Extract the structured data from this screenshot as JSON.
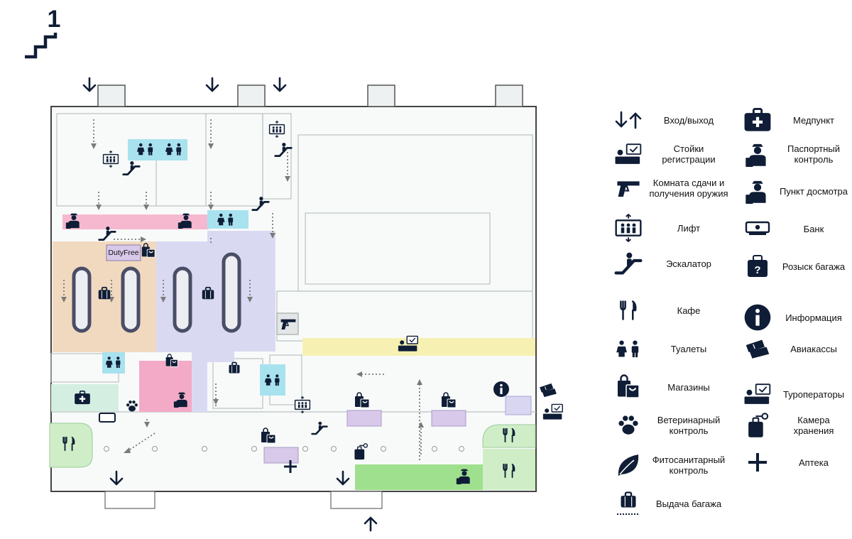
{
  "floor": {
    "number": "1"
  },
  "map_labels": {
    "duty_free": "DutyFree"
  },
  "colors": {
    "baggage_hall_1": "#f1d9bf",
    "baggage_hall_2": "#d9daf2",
    "passport_strip": "#f5b8cf",
    "security_block": "#f3aac6",
    "restroom": "#a8e2ef",
    "checkin_strip": "#f6f1b3",
    "cafe": "#cfeec7",
    "medical": "#d4efe2",
    "green_strip": "#9fe08e",
    "shop_pad": "#d8c8ea",
    "icon": "#0f1d36"
  },
  "legend": {
    "left": [
      {
        "icon": "entry-exit-icon",
        "label": "Вход/выход"
      },
      {
        "icon": "checkin-desk-icon",
        "label": "Стойки регистрации"
      },
      {
        "icon": "weapon-room-icon",
        "label": "Комната сдачи и получения оружия"
      },
      {
        "icon": "elevator-icon",
        "label": "Лифт"
      },
      {
        "icon": "escalator-icon",
        "label": "Эскалатор"
      },
      {
        "icon": "cafe-icon",
        "label": "Кафе"
      },
      {
        "icon": "toilets-icon",
        "label": "Туалеты"
      },
      {
        "icon": "shops-icon",
        "label": "Магазины"
      },
      {
        "icon": "vet-control-icon",
        "label": "Ветеринарный контроль"
      },
      {
        "icon": "phyto-control-icon",
        "label": "Фитосанитарный контроль"
      },
      {
        "icon": "baggage-claim-icon",
        "label": "Выдача багажа"
      }
    ],
    "right": [
      {
        "icon": "medical-icon",
        "label": "Медпункт"
      },
      {
        "icon": "passport-control-icon",
        "label": "Паспортный контроль"
      },
      {
        "icon": "security-check-icon",
        "label": "Пункт досмотра"
      },
      {
        "icon": "bank-icon",
        "label": "Банк"
      },
      {
        "icon": "lost-baggage-icon",
        "label": "Розыск багажа"
      },
      {
        "icon": "information-icon",
        "label": "Информация"
      },
      {
        "icon": "airline-tickets-icon",
        "label": "Авиакассы"
      },
      {
        "icon": "tour-operators-icon",
        "label": "Туроператоры"
      },
      {
        "icon": "luggage-storage-icon",
        "label": "Камера хранения"
      },
      {
        "icon": "pharmacy-icon",
        "label": "Аптека"
      }
    ]
  }
}
